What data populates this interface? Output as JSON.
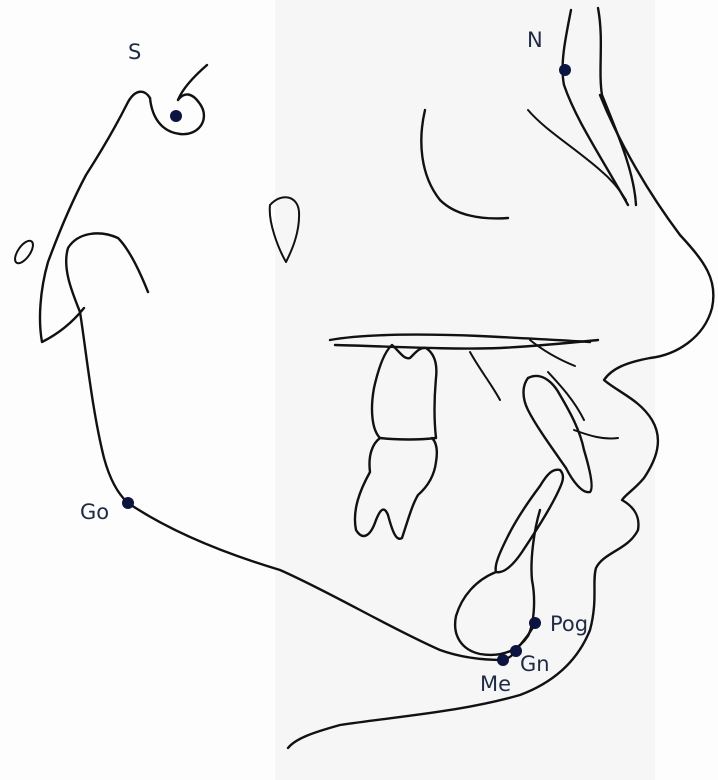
{
  "landmarks": [
    {
      "key": "S",
      "label": "S"
    },
    {
      "key": "N",
      "label": "N"
    },
    {
      "key": "Go",
      "label": "Go"
    },
    {
      "key": "Pog",
      "label": "Pog"
    },
    {
      "key": "Gn",
      "label": "Gn"
    },
    {
      "key": "Me",
      "label": "Me"
    }
  ],
  "colors": {
    "point": "#0b1440",
    "line": "#111111",
    "label": "#1f2a44"
  }
}
